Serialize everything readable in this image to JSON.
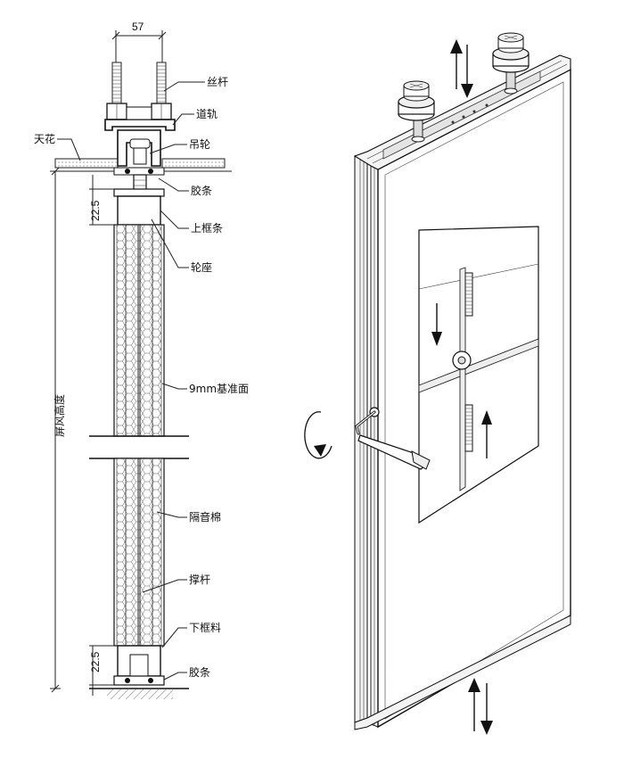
{
  "section": {
    "top_width": "57",
    "gap_top": "22.5",
    "gap_bottom": "22.5",
    "height_label": "屏风高度",
    "callouts": {
      "screw": "丝杆",
      "track": "道轨",
      "ceiling": "天花",
      "hanger": "吊轮",
      "seal_top": "胶条",
      "top_frame": "上框条",
      "wheel_seat": "轮座",
      "panel": "9mm基准面",
      "insulation": "隔音棉",
      "brace": "撑杆",
      "bottom_frame": "下框料",
      "seal_bottom": "胶条"
    }
  },
  "colors": {
    "ink": "#111111",
    "hatch": "#555555",
    "ceiling_fill": "#e8e8e8",
    "panel_fill": "#f2f2f2",
    "glass": "#dcdcdc"
  }
}
